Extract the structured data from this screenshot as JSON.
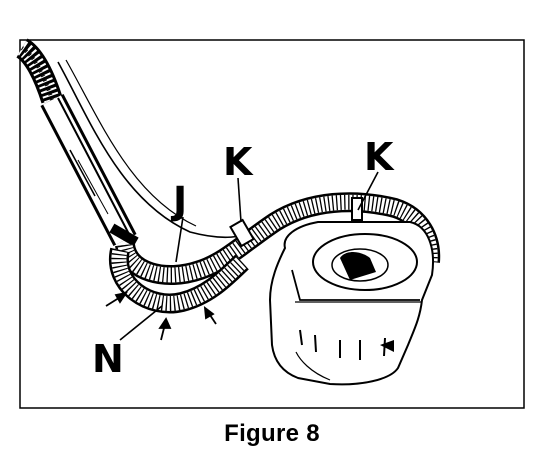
{
  "figure": {
    "caption": "Figure 8",
    "callouts": {
      "j": "J",
      "k_left": "K",
      "k_right": "K",
      "n": "N"
    },
    "colors": {
      "ink": "#000000",
      "paper": "#ffffff"
    }
  }
}
